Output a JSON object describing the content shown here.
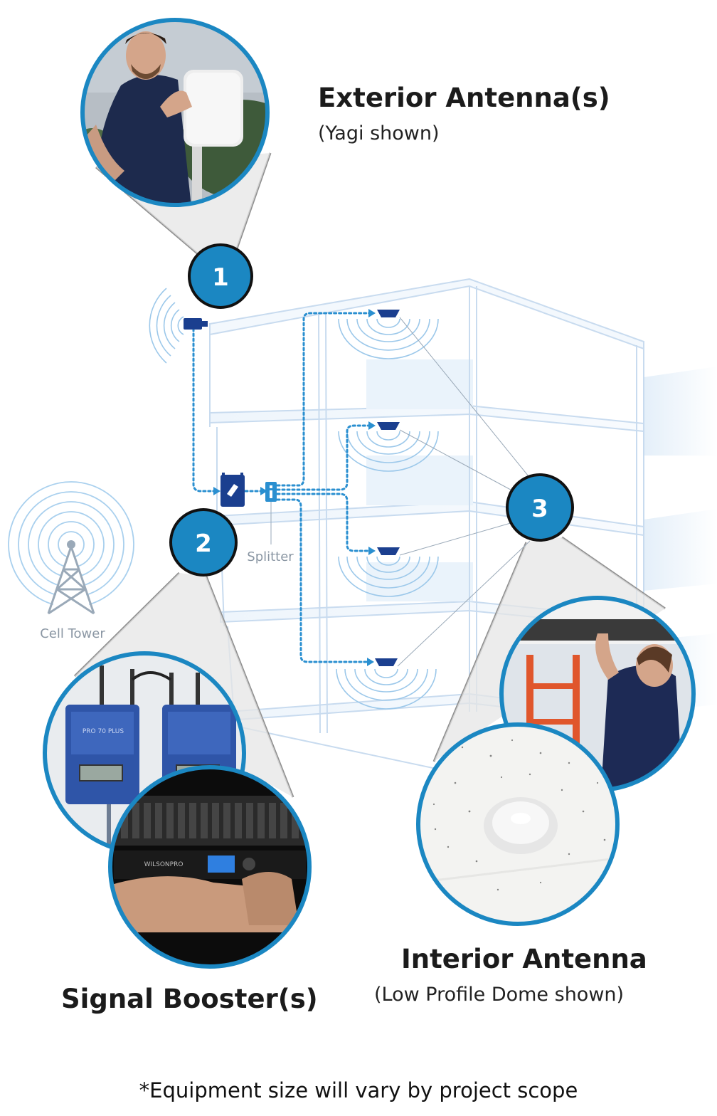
{
  "labels": {
    "exterior_title": "Exterior Antenna(s)",
    "exterior_sub": "(Yagi shown)",
    "booster_title": "Signal Booster(s)",
    "interior_title": "Interior Antenna",
    "interior_sub": "(Low Profile Dome shown)",
    "splitter": "Splitter",
    "cell_tower": "Cell Tower",
    "footnote": "*Equipment size will vary by project scope",
    "booster_model": "PRO 70 PLUS",
    "rack_brand": "WILSONPRO"
  },
  "markers": [
    "1",
    "2",
    "3"
  ],
  "icons": {
    "exterior_antenna": "yagi-antenna-icon",
    "booster": "signal-booster-icon",
    "splitter": "splitter-icon",
    "dome": "dome-antenna-icon",
    "tower": "cell-tower-icon"
  },
  "colors": {
    "marker_blue": "#1b87c2",
    "device_navy": "#1b3f8f",
    "cable_blue": "#2a8fd0",
    "building_line": "#c8dbef",
    "wave_blue": "#9cc8ea"
  }
}
